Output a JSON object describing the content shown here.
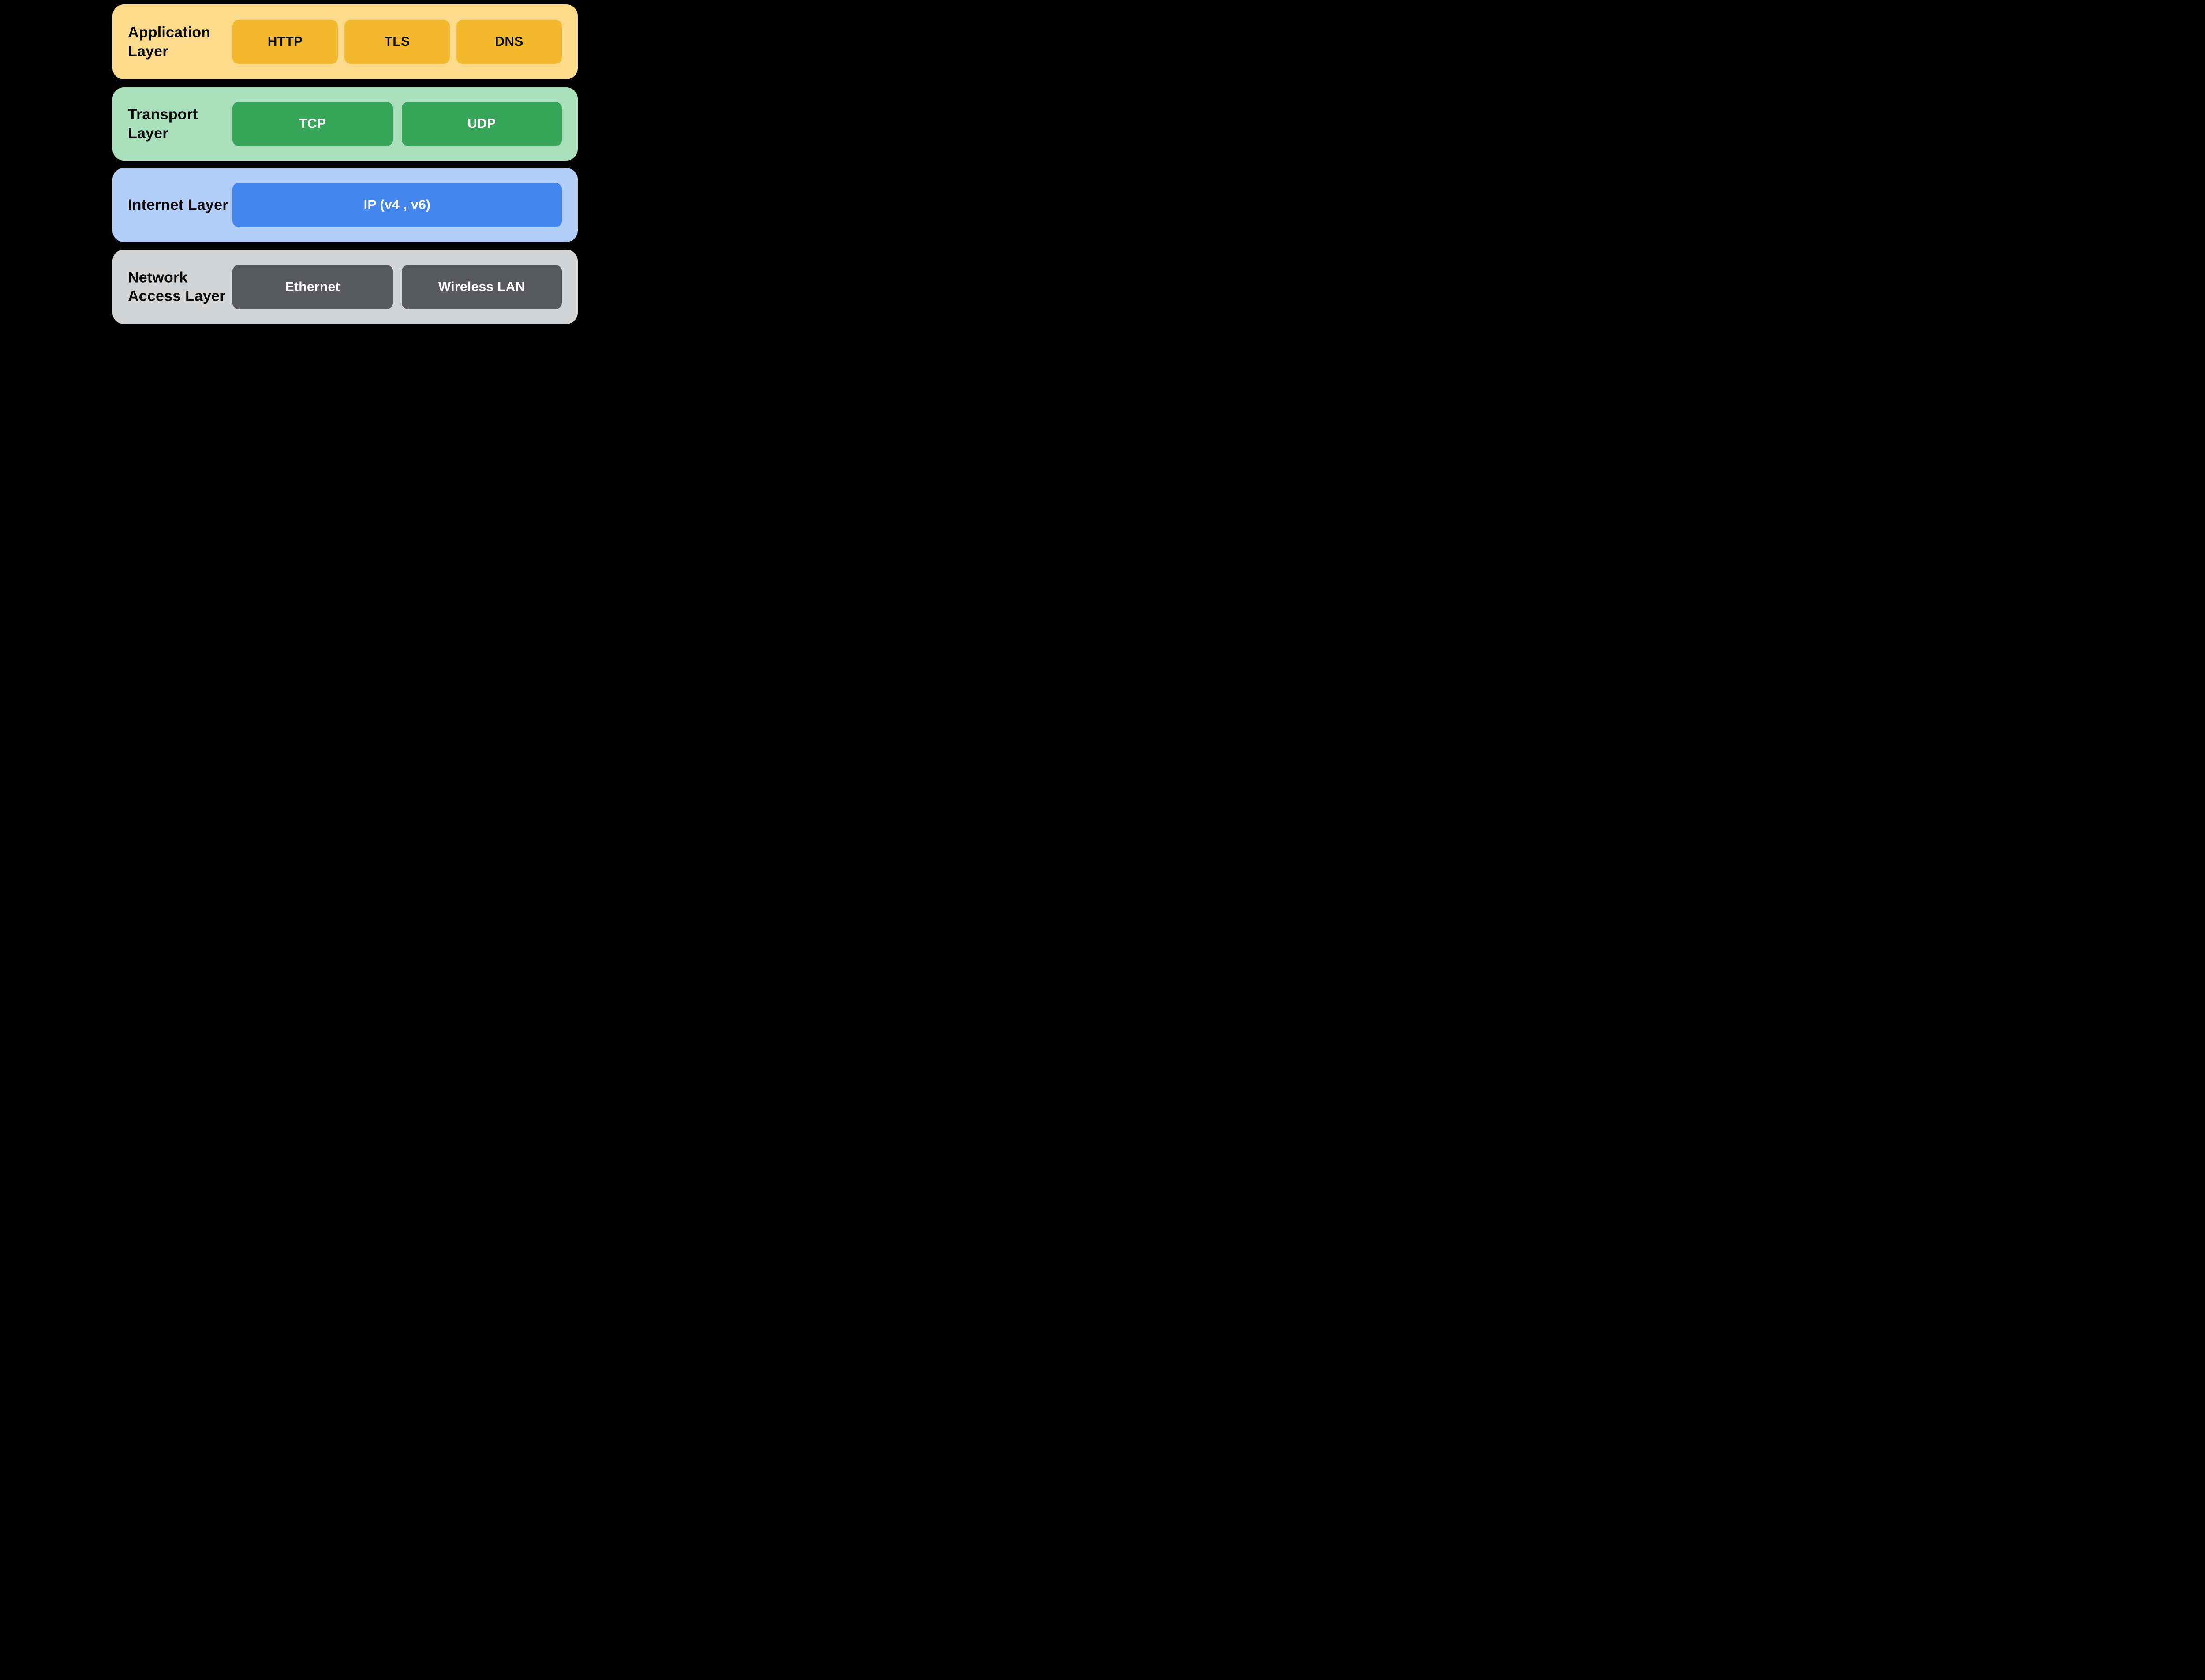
{
  "background_color": "#000000",
  "layers": [
    {
      "id": "application",
      "label": "Application Layer",
      "bg": "#FCDA8B",
      "box_bg": "#F5B92D",
      "box_text_color": "#0A0A0A",
      "protocols": [
        "HTTP",
        "TLS",
        "DNS"
      ]
    },
    {
      "id": "transport",
      "label": "Transport Layer",
      "bg": "#A9E0BB",
      "box_bg": "#38A65A",
      "box_text_color": "#FFFFFF",
      "protocols": [
        "TCP",
        "UDP"
      ]
    },
    {
      "id": "internet",
      "label": "Internet Layer",
      "bg": "#B2CDF8",
      "box_bg": "#4486F0",
      "box_text_color": "#FFFFFF",
      "protocols": [
        "IP (v4 , v6)"
      ]
    },
    {
      "id": "network-access",
      "label": "Network Access Layer",
      "bg": "#D3D4D6",
      "box_bg": "#58595D",
      "box_text_color": "#FFFFFF",
      "protocols": [
        "Ethernet",
        "Wireless LAN"
      ]
    }
  ]
}
